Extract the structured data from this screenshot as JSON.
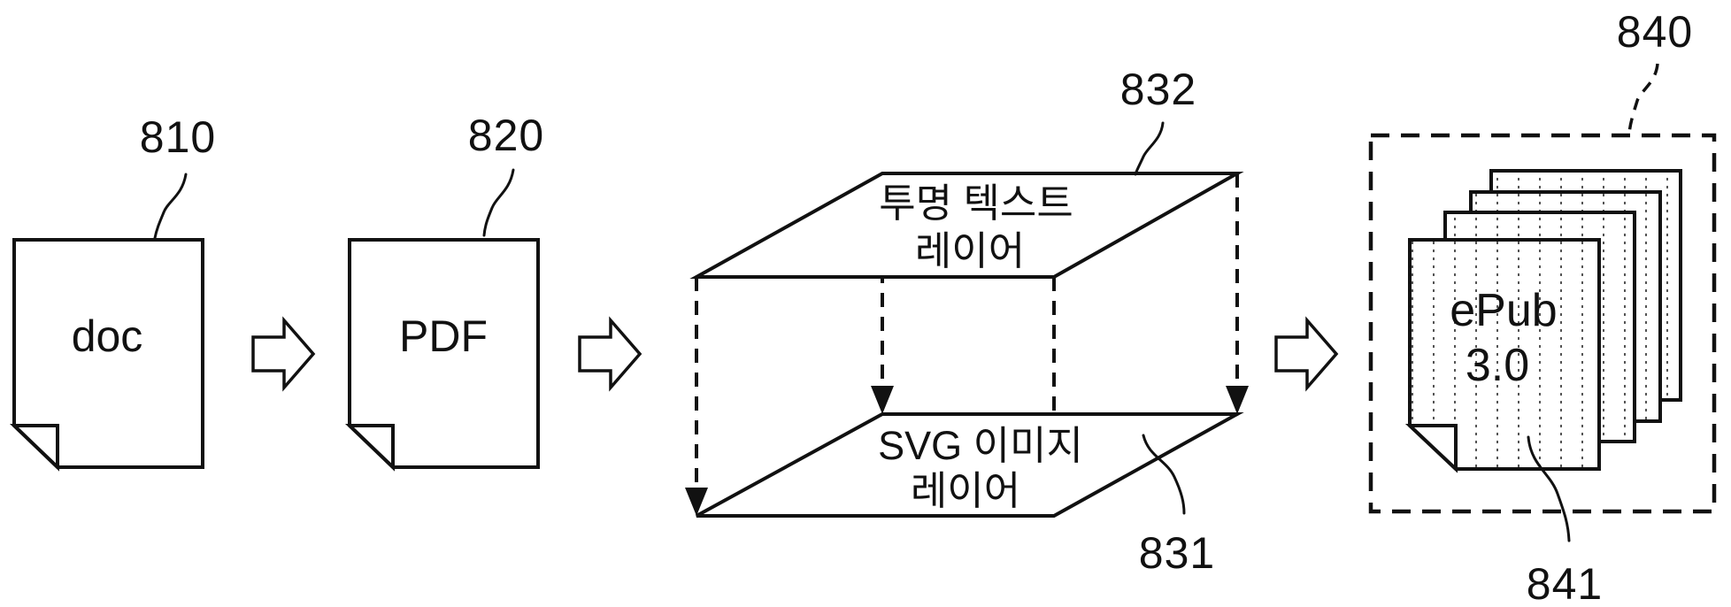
{
  "colors": {
    "line": "#111111",
    "background": "#ffffff"
  },
  "source_doc": {
    "ref": "810",
    "label": "doc"
  },
  "pdf_doc": {
    "ref": "820",
    "label": "PDF"
  },
  "layer_box": {
    "top_ref": "832",
    "top_layer_line1": "투명 텍스트",
    "top_layer_line2": "레이어",
    "bottom_ref": "831",
    "bottom_layer_line1": "SVG 이미지",
    "bottom_layer_line2": "레이어"
  },
  "epub": {
    "group_ref": "840",
    "page_ref": "841",
    "page_line1": "ePub",
    "page_line2": "3.0"
  }
}
